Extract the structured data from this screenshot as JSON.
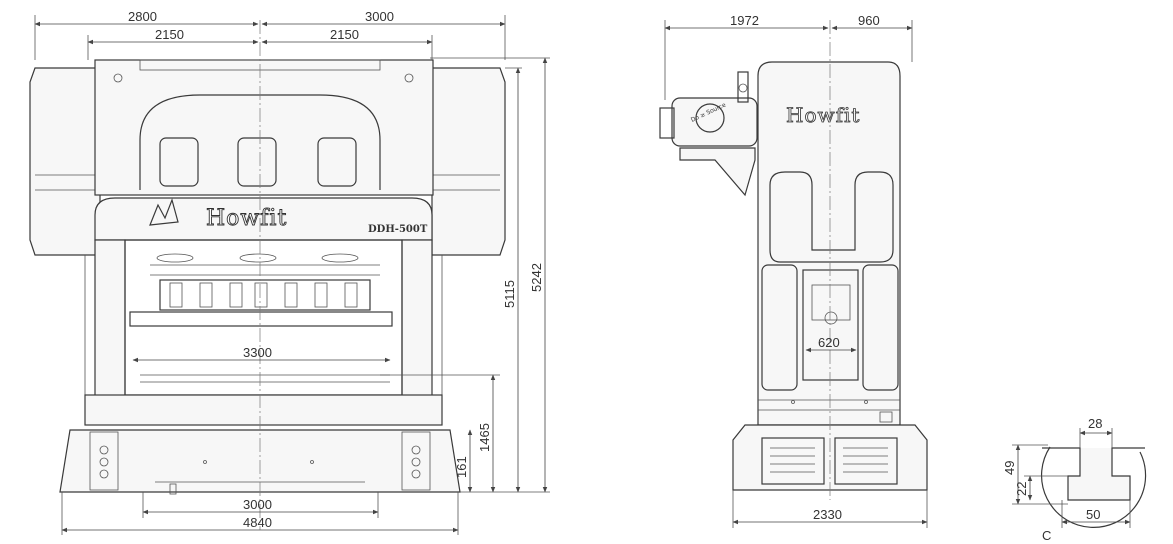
{
  "front_view": {
    "brand": "Howfit",
    "model": "DDH-500T",
    "dims": {
      "top_left": "2800",
      "top_right": "3000",
      "inner_left": "2150",
      "inner_right": "2150",
      "height_total": "5242",
      "height_frame": "5115",
      "bed_width": "3300",
      "bed_height": "1465",
      "shut_height": "161",
      "base_width": "3000",
      "overall_width": "4840"
    }
  },
  "side_view": {
    "brand": "Howfit",
    "motor_label": "Do ≥ Source",
    "dims": {
      "top_left": "1972",
      "top_right": "960",
      "slide_width": "620",
      "base_width": "2330"
    }
  },
  "slot_detail": {
    "dims": {
      "top_width": "28",
      "depth": "49",
      "neck": "22",
      "bottom_width": "50"
    },
    "label": "C"
  }
}
